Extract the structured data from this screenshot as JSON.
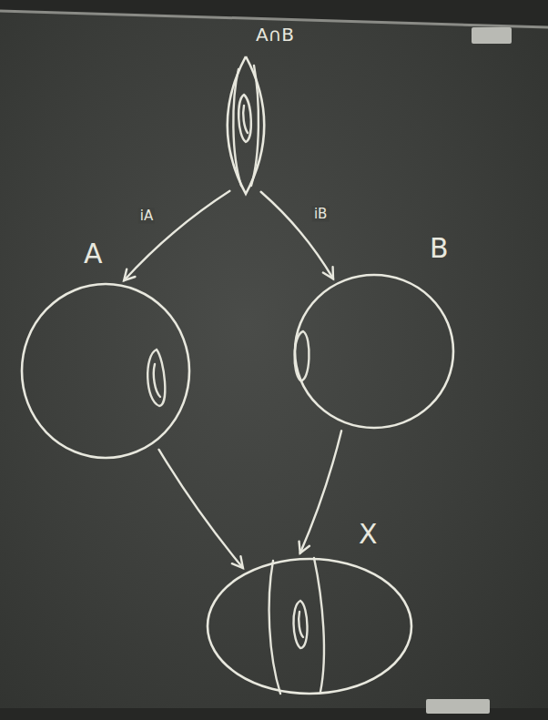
{
  "diagram": {
    "nodes": [
      {
        "text": [
          "A∩B"
        ]
      },
      {
        "text": [
          "A"
        ]
      },
      {
        "text": [
          "B"
        ]
      },
      {
        "text": [
          "X"
        ]
      }
    ],
    "edges": [
      {
        "from": 0,
        "to": 1,
        "label": "iA",
        "arrow": "to"
      },
      {
        "from": 0,
        "to": 2,
        "label": "iB",
        "arrow": "to"
      },
      {
        "from": 1,
        "to": 3,
        "arrow": "to"
      },
      {
        "from": 2,
        "to": 3,
        "arrow": "to"
      }
    ]
  }
}
